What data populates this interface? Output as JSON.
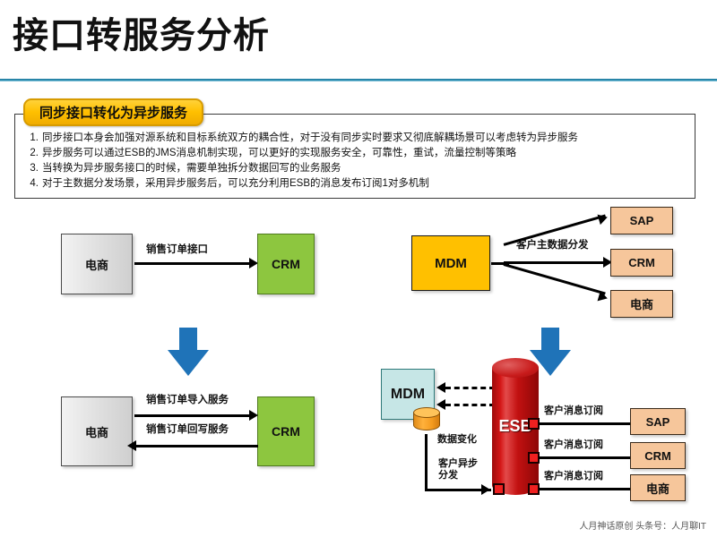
{
  "page": {
    "title": "接口转服务分析",
    "footer": "人月神话原创    头条号：人月聊IT"
  },
  "callout": {
    "tab_label": "同步接口转化为异步服务",
    "bullets": [
      {
        "num": "1.",
        "text": "同步接口本身会加强对源系统和目标系统双方的耦合性，对于没有同步实时要求又彻底解耦场景可以考虑转为异步服务"
      },
      {
        "num": "2.",
        "text": "异步服务可以通过ESB的JMS消息机制实现，可以更好的实现服务安全，可靠性，重试，流量控制等策略"
      },
      {
        "num": "3.",
        "text": "当转换为异步服务接口的时候，需要单独拆分数据回写的业务服务"
      },
      {
        "num": "4.",
        "text": "对于主数据分发场景，采用异步服务后，可以充分利用ESB的消息发布订阅1对多机制"
      }
    ]
  },
  "left_top": {
    "source_label": "电商",
    "target_label": "CRM",
    "arrow_label": "销售订单接口"
  },
  "left_bottom": {
    "source_label": "电商",
    "target_label": "CRM",
    "arrow_label_out": "销售订单导入服务",
    "arrow_label_back": "销售订单回写服务"
  },
  "right_top": {
    "source_label": "MDM",
    "arrow_label": "客户主数据分发",
    "targets": [
      "SAP",
      "CRM",
      "电商"
    ]
  },
  "right_bottom": {
    "mdm_label": "MDM",
    "esb_label": "ESB",
    "data_change_label": "数据变化",
    "async_dispatch_label": "客户异步\n分发",
    "async_dispatch_line1": "客户异步",
    "async_dispatch_line2": "分发",
    "subscribe_labels": [
      "客户消息订阅",
      "客户消息订阅",
      "客户消息订阅"
    ],
    "targets": [
      "SAP",
      "CRM",
      "电商"
    ]
  },
  "colors": {
    "accent_rule": "#2d8fb3",
    "callout_tab": "#ffc000",
    "green_box": "#8dc63f",
    "gold_box": "#ffc000",
    "peach_box": "#f6c69b",
    "cyan_box": "#c6e6e6",
    "esb_red": "#c21111",
    "blue_arrow": "#1f73b8"
  }
}
